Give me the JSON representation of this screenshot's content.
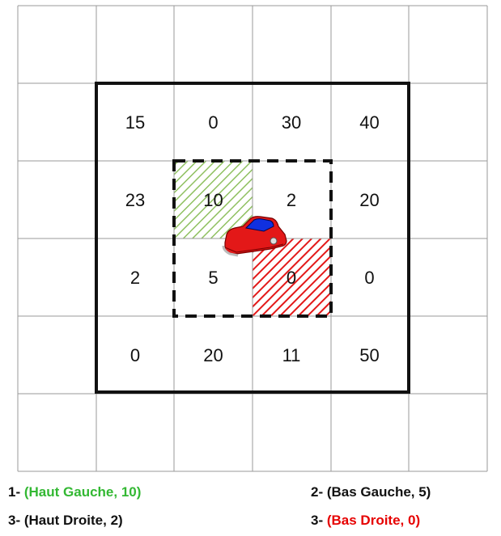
{
  "colors": {
    "green": "#33b833",
    "red": "#e60000",
    "dark": "#111111",
    "grid": "#9a9a9a",
    "car_body": "#e31818",
    "car_window": "#1030e0"
  },
  "grid": {
    "values": [
      [
        "15",
        "0",
        "30",
        "40"
      ],
      [
        "23",
        "10",
        "2",
        "20"
      ],
      [
        "2",
        "5",
        "0",
        "0"
      ],
      [
        "0",
        "20",
        "11",
        "50"
      ]
    ]
  },
  "legend": [
    {
      "number": "1-",
      "text": "(Haut Gauche, 10)",
      "color": "#33b833"
    },
    {
      "number": "2-",
      "text": "(Bas Gauche, 5)",
      "color": "#111111"
    },
    {
      "number": "3-",
      "text": "(Haut Droite, 2)",
      "color": "#111111"
    },
    {
      "number": "3-",
      "text": "(Bas Droite, 0)",
      "color": "#e60000"
    }
  ],
  "icons": {
    "vehicle": "car-icon"
  }
}
